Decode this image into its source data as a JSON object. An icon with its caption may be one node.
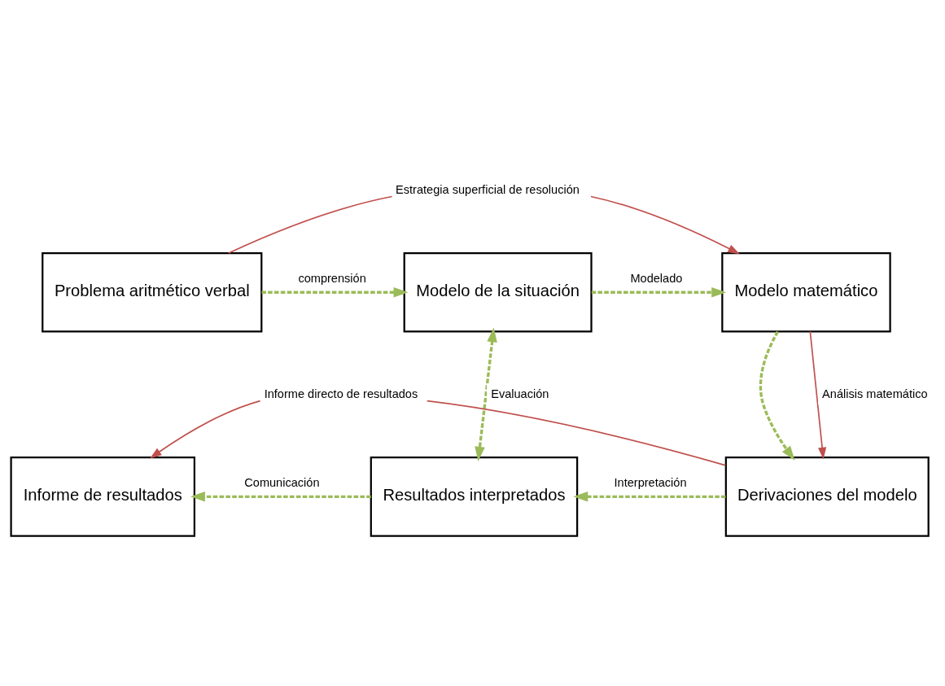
{
  "diagram": {
    "nodes": [
      {
        "text": [
          "Problema aritmético verbal"
        ]
      },
      {
        "text": [
          "Modelo de la situación"
        ]
      },
      {
        "text": [
          "Modelo matemático"
        ]
      },
      {
        "text": [
          "Informe de resultados"
        ]
      },
      {
        "text": [
          "Resultados interpretados"
        ]
      },
      {
        "text": [
          "Derivaciones del modelo"
        ]
      }
    ],
    "edges": [
      {
        "from": 0,
        "to": 2,
        "arrow": "to",
        "label": "Estrategia superficial de resolución",
        "color": "#c0504d"
      },
      {
        "from": 0,
        "to": 1,
        "arrow": "to",
        "label": "comprensión",
        "style": "dashed"
      },
      {
        "from": 1,
        "to": 2,
        "arrow": "to",
        "label": "Modelado",
        "style": "dashed"
      },
      {
        "from": 2,
        "to": 5,
        "arrow": "to",
        "style": "dashed"
      },
      {
        "from": 2,
        "to": 5,
        "arrow": "to",
        "label": "Análisis matemático",
        "color": "#c0504d"
      },
      {
        "from": 1,
        "to": 4,
        "arrow": "both",
        "label": "Evaluación",
        "style": "dashed"
      },
      {
        "from": 5,
        "to": 4,
        "arrow": "to",
        "label": "Interpretación",
        "style": "dashed"
      },
      {
        "from": 4,
        "to": 3,
        "arrow": "to",
        "label": "Comunicación",
        "style": "dashed"
      },
      {
        "from": 5,
        "to": 3,
        "arrow": "to",
        "label": "Informe directo de resultados",
        "color": "#c0504d"
      }
    ]
  }
}
